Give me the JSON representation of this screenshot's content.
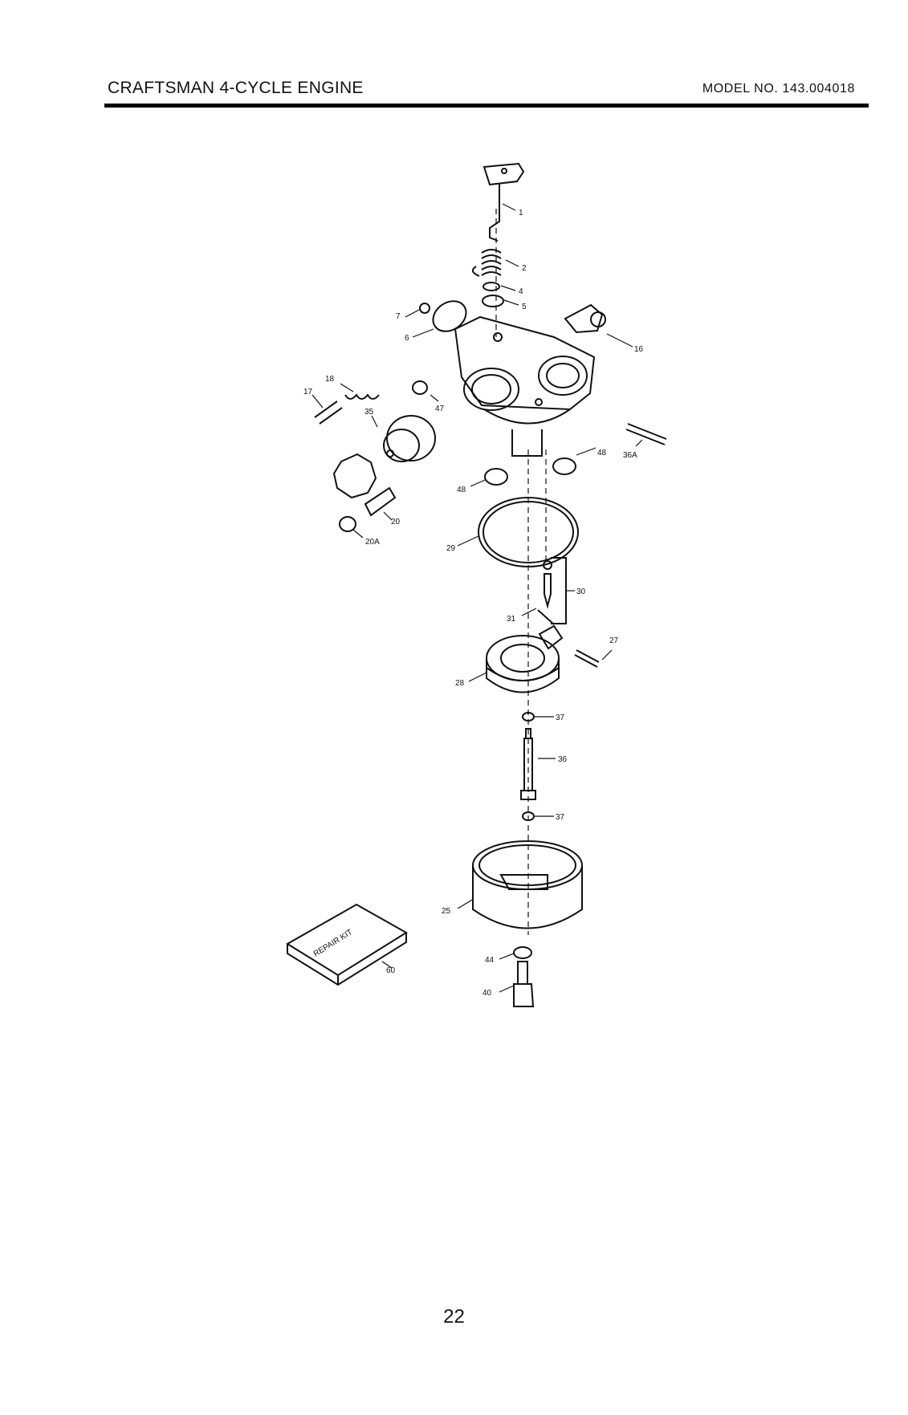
{
  "header": {
    "title": "CRAFTSMAN 4-CYCLE ENGINE",
    "model": "MODEL NO. 143.004018"
  },
  "kit_label": "REPAIR KIT",
  "callouts": [
    "1",
    "2",
    "4",
    "5",
    "7",
    "6",
    "16",
    "18",
    "17",
    "47",
    "35",
    "48",
    "36A",
    "48",
    "20",
    "20A",
    "29",
    "30",
    "31",
    "27",
    "28",
    "37",
    "36",
    "37",
    "25",
    "60",
    "44",
    "40"
  ],
  "page_number": "22"
}
